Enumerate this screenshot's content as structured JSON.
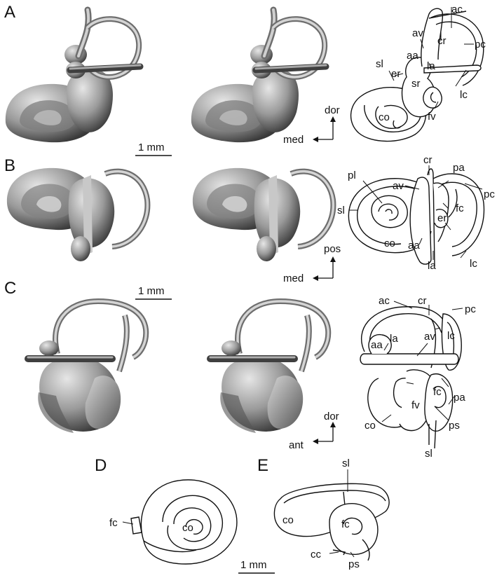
{
  "panels": {
    "A": {
      "letter": "A",
      "labels": {
        "ac": "ac",
        "av": "av",
        "cr": "cr",
        "pc": "pc",
        "aa": "aa",
        "la": "la",
        "sl": "sl",
        "er": "er",
        "sr": "sr",
        "lc": "lc",
        "co": "co",
        "fv": "fv"
      },
      "axes": {
        "vertical": "dor",
        "horizontal": "med"
      },
      "scale": "1 mm"
    },
    "B": {
      "letter": "B",
      "labels": {
        "cr": "cr",
        "pa": "pa",
        "pl": "pl",
        "av": "av",
        "pc": "pc",
        "sl": "sl",
        "fc": "fc",
        "er": "er",
        "co": "co",
        "aa": "aa",
        "la": "la",
        "lc": "lc"
      },
      "axes": {
        "vertical": "pos",
        "horizontal": "med"
      },
      "scale": "1 mm"
    },
    "C": {
      "letter": "C",
      "labels": {
        "cr": "cr",
        "ac": "ac",
        "pc": "pc",
        "av": "av",
        "lc": "lc",
        "aa": "aa",
        "la": "la",
        "fv": "fv",
        "fc": "fc",
        "pa": "pa",
        "co": "co",
        "ps": "ps",
        "sl": "sl"
      },
      "axes": {
        "vertical": "dor",
        "horizontal": "ant"
      }
    },
    "D": {
      "letter": "D",
      "labels": {
        "fc": "fc",
        "co": "co"
      }
    },
    "E": {
      "letter": "E",
      "labels": {
        "sl": "sl",
        "co": "co",
        "fc": "fc",
        "cc": "cc",
        "ps": "ps"
      },
      "scale": "1 mm"
    }
  },
  "colors": {
    "render_light": "#d9d9d9",
    "render_mid": "#8f8f8f",
    "render_dark": "#3a3a3a",
    "ink": "#111111"
  }
}
